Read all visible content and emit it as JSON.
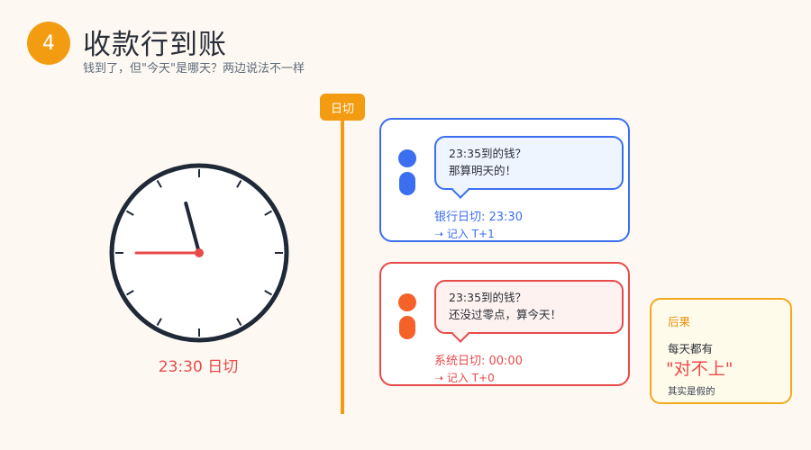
{
  "header": {
    "step": "4",
    "title": "收款行到账",
    "subtitle": "钱到了，但\"今天\"是哪天？两边说法不一样"
  },
  "clock": {
    "hour": 23,
    "minute": 30,
    "label": "23:30 日切"
  },
  "cutoff": {
    "label": "日切"
  },
  "bank": {
    "bubble_line1": "23:35到的钱？",
    "bubble_line2": "那算明天的！",
    "cut_time": "银行日切: 23:30",
    "record": "➝ 记入 T+1"
  },
  "system": {
    "bubble_line1": "23:35到的钱？",
    "bubble_line2": "还没过零点，算今天！",
    "cut_time": "系统日切: 00:00",
    "record": "➝ 记入 T+0"
  },
  "result": {
    "title": "后果",
    "line1": "每天都有",
    "highlight": "\"对不上\"",
    "note": "其实是假的"
  },
  "colors": {
    "accent": "#f39c12",
    "bank": "#3b6ef0",
    "system": "#e84a4a",
    "clock_face": "#1f2937"
  }
}
